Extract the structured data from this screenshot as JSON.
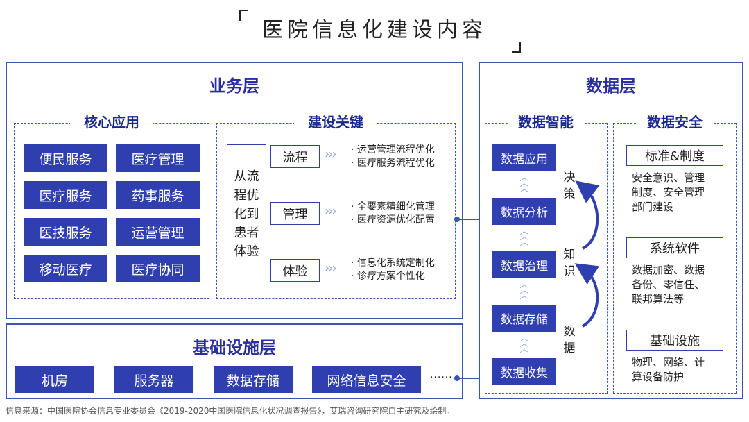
{
  "title": "医院信息化建设内容",
  "business": {
    "title": "业务层",
    "core": {
      "title": "核心应用",
      "items": [
        "便民服务",
        "医疗管理",
        "医疗服务",
        "药事服务",
        "医技服务",
        "运营管理",
        "移动医疗",
        "医疗协同"
      ]
    },
    "keys": {
      "title": "建设关键",
      "vertical_lines": [
        "从流",
        "程优",
        "化到",
        "患者",
        "体验"
      ],
      "rows": [
        {
          "label": "流程",
          "bullets": [
            "· 运营管理流程优化",
            "· 医疗服务流程优化"
          ]
        },
        {
          "label": "管理",
          "bullets": [
            "· 全要素精细化管理",
            "· 医疗资源优化配置"
          ]
        },
        {
          "label": "体验",
          "bullets": [
            "· 信息化系统定制化",
            "· 诊疗方案个性化"
          ]
        }
      ],
      "arrow_glyph": "›››"
    }
  },
  "infra": {
    "title": "基础设施层",
    "items": [
      "机房",
      "服务器",
      "数据存储",
      "网络信息安全"
    ],
    "ellipsis": "······"
  },
  "data": {
    "title": "数据层",
    "intel": {
      "title": "数据智能",
      "items": [
        "数据应用",
        "数据分析",
        "数据治理",
        "数据存储",
        "数据收集"
      ],
      "side_labels": [
        [
          "决",
          "策"
        ],
        [
          "知",
          "识"
        ],
        [
          "数",
          "据"
        ]
      ]
    },
    "security": {
      "title": "数据安全",
      "blocks": [
        {
          "title": "标准&制度",
          "lines": [
            "安全意识、管理",
            "制度、安全管理",
            "部门建设"
          ]
        },
        {
          "title": "系统软件",
          "lines": [
            "数据加密、数据",
            "备份、零信任、",
            "联邦算法等"
          ]
        },
        {
          "title": "基础设施",
          "lines": [
            "物理、网络、计",
            "算设备防护"
          ]
        }
      ]
    }
  },
  "source": "信息来源：中国医院协会信息专业委员会《2019-2020中国医院信息化状况调查报告》，艾瑞咨询研究院自主研究及绘制。",
  "colors": {
    "primary": "#2f3fb0",
    "border": "#3a56b0",
    "accent": "#8fa0d8"
  }
}
